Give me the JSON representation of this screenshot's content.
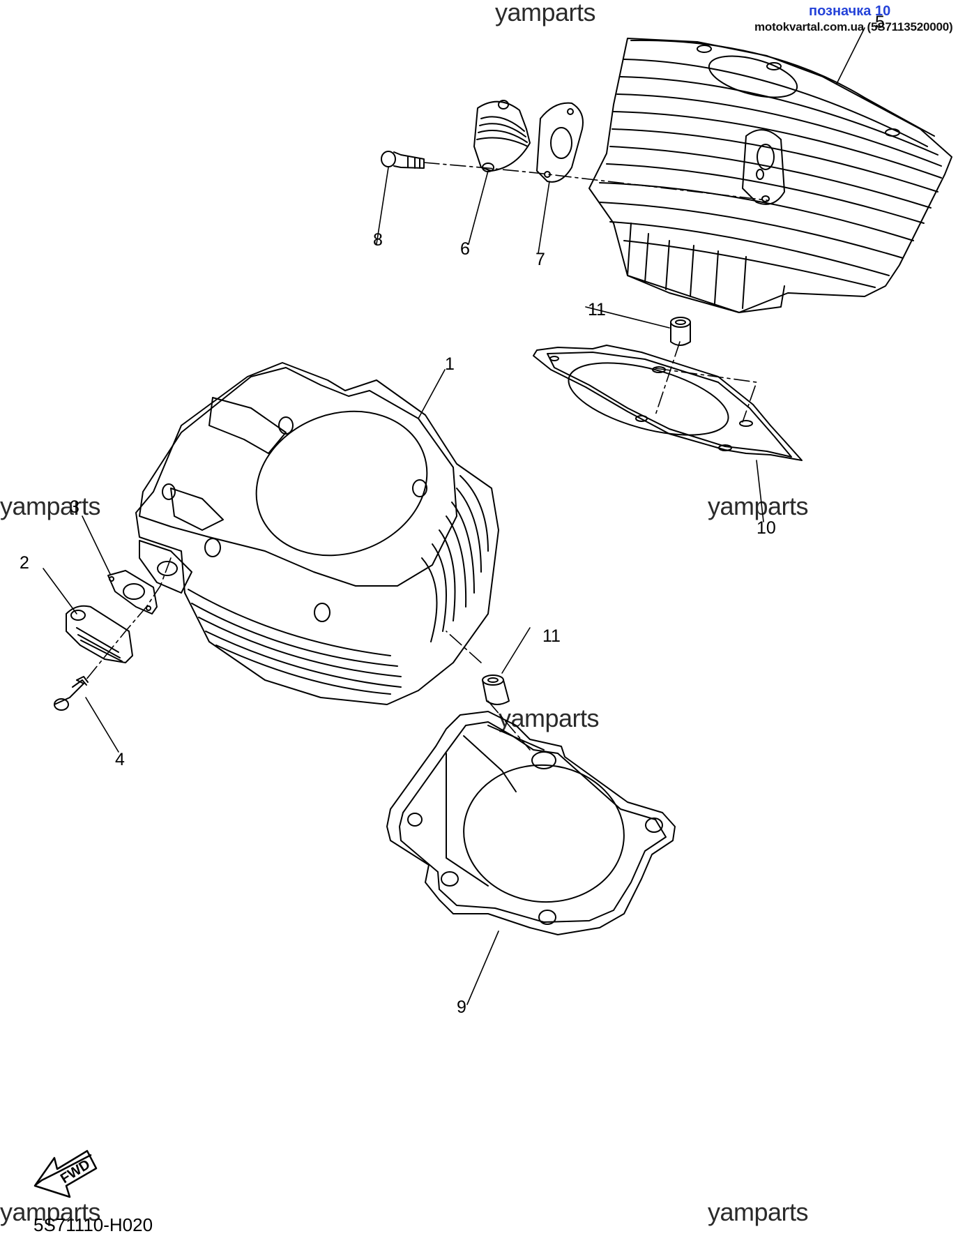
{
  "header": {
    "highlight_link": "позначка 10",
    "site_and_part": "motokvartal.com.ua (5S7113520000)"
  },
  "watermark": "yamparts",
  "diagram_code": "5S71110-H020",
  "fwd_label": "FWD",
  "callouts": {
    "c1": "1",
    "c2": "2",
    "c3": "3",
    "c4": "4",
    "c5": "5",
    "c6": "6",
    "c7": "7",
    "c8": "8",
    "c9": "9",
    "c10": "10",
    "c11a": "11",
    "c11b": "11"
  }
}
